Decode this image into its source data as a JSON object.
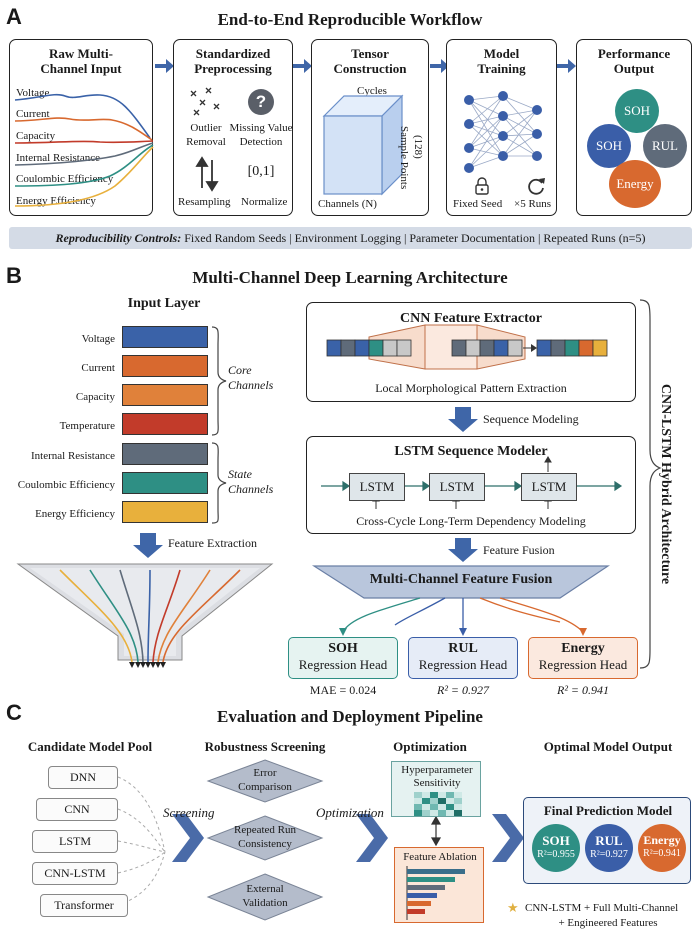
{
  "panelA": {
    "letter": "A",
    "title": "End-to-End Reproducible Workflow",
    "raw": {
      "title_l1": "Raw Multi-",
      "title_l2": "Channel Input",
      "channels": [
        "Voltage",
        "Current",
        "Capacity",
        "Internal Resistance",
        "Coulombic Efficiency",
        "Energy Efficiency"
      ]
    },
    "prep": {
      "title_l1": "Standardized",
      "title_l2": "Preprocessing",
      "outlier_l1": "Outlier",
      "outlier_l2": "Removal",
      "missing_l1": "Missing Value",
      "missing_l2": "Detection",
      "missing_glyph": "?",
      "range": "[0,1]",
      "resample": "Resampling",
      "normalize": "Normalize"
    },
    "tensor": {
      "title_l1": "Tensor",
      "title_l2": "Construction",
      "cycles": "Cycles",
      "points_l1": "Sample Points",
      "points_l2": "(128)",
      "channels": "Channels (N)"
    },
    "training": {
      "title_l1": "Model",
      "title_l2": "Training",
      "seed": "Fixed Seed",
      "runs": "×5 Runs"
    },
    "output": {
      "title_l1": "Performance",
      "title_l2": "Output",
      "c1": "SOH",
      "c2": "SOH",
      "c3": "RUL",
      "c4": "Energy"
    },
    "controls": {
      "label": "Reproducibility Controls:",
      "text": "Fixed Random Seeds | Environment Logging | Parameter Documentation | Repeated Runs (n=5)"
    }
  },
  "panelB": {
    "letter": "B",
    "title": "Multi-Channel Deep Learning Architecture",
    "input_title": "Input Layer",
    "channels": [
      {
        "name": "Voltage",
        "color": "#3a62a8"
      },
      {
        "name": "Current",
        "color": "#d8692f"
      },
      {
        "name": "Capacity",
        "color": "#e0813a"
      },
      {
        "name": "Temperature",
        "color": "#c23b2a"
      },
      {
        "name": "Internal Resistance",
        "color": "#5f6b7a"
      },
      {
        "name": "Coulombic Efficiency",
        "color": "#2e8f84"
      },
      {
        "name": "Energy Efficiency",
        "color": "#e8b03c"
      }
    ],
    "core_l1": "Core",
    "core_l2": "Channels",
    "state_l1": "State",
    "state_l2": "Channels",
    "feature_extraction": "Feature Extraction",
    "cnn_title": "CNN Feature Extractor",
    "cnn_caption": "Local Morphological Pattern Extraction",
    "sequence_modeling": "Sequence Modeling",
    "lstm_title": "LSTM Sequence Modeler",
    "lstm_cell": "LSTM",
    "lstm_caption": "Cross-Cycle Long-Term Dependency Modeling",
    "feature_fusion": "Feature Fusion",
    "fusion_title": "Multi-Channel Feature Fusion",
    "heads": [
      {
        "name": "SOH",
        "sub": "Regression Head",
        "metric": "MAE = 0.024",
        "color": "#2e8f84",
        "bg": "#e6f3f1"
      },
      {
        "name": "RUL",
        "sub": "Regression Head",
        "metric": "R² = 0.927",
        "color": "#3a5ea8",
        "bg": "#e6ecf7"
      },
      {
        "name": "Energy",
        "sub": "Regression Head",
        "metric": "R² = 0.941",
        "color": "#d8692f",
        "bg": "#fbe9df"
      }
    ],
    "side_label": "CNN-LSTM Hybrid Architecture"
  },
  "panelC": {
    "letter": "C",
    "title": "Evaluation and Deployment Pipeline",
    "pool_title": "Candidate Model Pool",
    "models": [
      "DNN",
      "CNN",
      "LSTM",
      "CNN-LSTM",
      "Transformer"
    ],
    "screening_arrow": "Screening",
    "robust_title": "Robustness Screening",
    "diamonds": [
      {
        "l1": "Error",
        "l2": "Comparison"
      },
      {
        "l1": "Repeated Run",
        "l2": "Consistency"
      },
      {
        "l1": "External",
        "l2": "Validation"
      }
    ],
    "optimization_arrow": "Optimization",
    "opt_title": "Optimization",
    "hyper_l1": "Hyperparameter",
    "hyper_l2": "Sensitivity",
    "ablation": "Feature Ablation",
    "out_title": "Optimal Model Output",
    "final_title": "Final Prediction Model",
    "results": [
      {
        "name": "SOH",
        "value": "R²=0.955",
        "color": "#2e8f84"
      },
      {
        "name": "RUL",
        "value": "R²=0.927",
        "color": "#3a5ea8"
      },
      {
        "name": "Energy",
        "value": "R²=0.941",
        "color": "#d8692f"
      }
    ],
    "note_l1": "CNN-LSTM + Full Multi-Channel",
    "note_l2": "+ Engineered Features"
  }
}
